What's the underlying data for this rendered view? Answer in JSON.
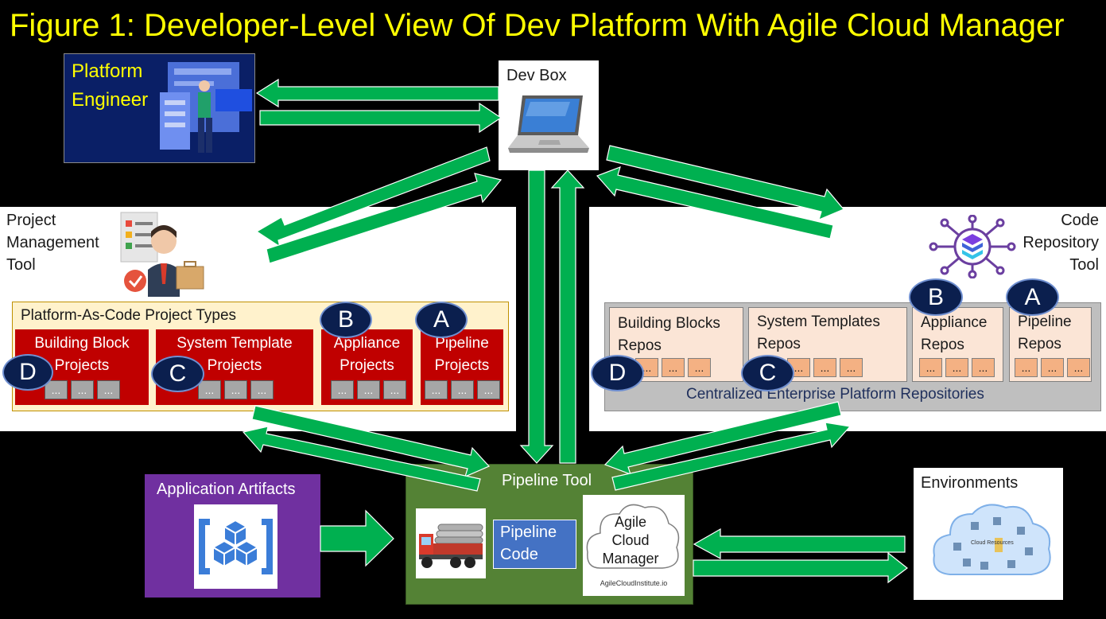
{
  "title": "Figure 1: Developer-Level View Of Dev Platform With Agile Cloud Manager",
  "platform_engineer": {
    "label_line1": "Platform",
    "label_line2": "Engineer"
  },
  "dev_box": {
    "label": "Dev Box"
  },
  "project_management_tool": {
    "label_line1": "Project",
    "label_line2": "Management",
    "label_line3": "Tool",
    "container_label": "Platform-As-Code Project Types",
    "projects": [
      {
        "line1": "Building Block",
        "line2": "Projects",
        "badge": "D"
      },
      {
        "line1": "System Template",
        "line2": "Projects",
        "badge": "C"
      },
      {
        "line1": "Appliance",
        "line2": "Projects",
        "badge": "B"
      },
      {
        "line1": "Pipeline",
        "line2": "Projects",
        "badge": "A"
      }
    ],
    "dots": "..."
  },
  "code_repository_tool": {
    "label_line1": "Code",
    "label_line2": "Repository",
    "label_line3": "Tool",
    "container_label": "Centralized Enterprise Platform Repositories",
    "repos": [
      {
        "line1": "Building Blocks",
        "line2": "Repos",
        "badge": "D"
      },
      {
        "line1": "System Templates",
        "line2": "Repos",
        "badge": "C"
      },
      {
        "line1": "Appliance",
        "line2": "Repos",
        "badge": "B"
      },
      {
        "line1": "Pipeline",
        "line2": "Repos",
        "badge": "A"
      }
    ],
    "dots": "..."
  },
  "application_artifacts": {
    "label": "Application Artifacts"
  },
  "pipeline_tool": {
    "label": "Pipeline Tool",
    "pipeline_code_line1": "Pipeline",
    "pipeline_code_line2": "Code",
    "acm_line1": "Agile",
    "acm_line2": "Cloud",
    "acm_line3": "Manager",
    "acm_url": "AgileCloudInstitute.io"
  },
  "environments": {
    "label": "Environments",
    "cloud_label": "Cloud Resources"
  },
  "colors": {
    "background": "#000000",
    "title": "#ffff00",
    "arrow": "#00b050",
    "arrow_outline": "#ffffff",
    "project_red": "#c00000",
    "repo_peach": "#fbe5d6",
    "badge_navy": "#0b1f4e",
    "pipeline_green": "#548235",
    "pipeline_code_blue": "#4472c4",
    "artifacts_purple": "#7030a0",
    "platform_engineer_navy": "#0a1f66"
  }
}
